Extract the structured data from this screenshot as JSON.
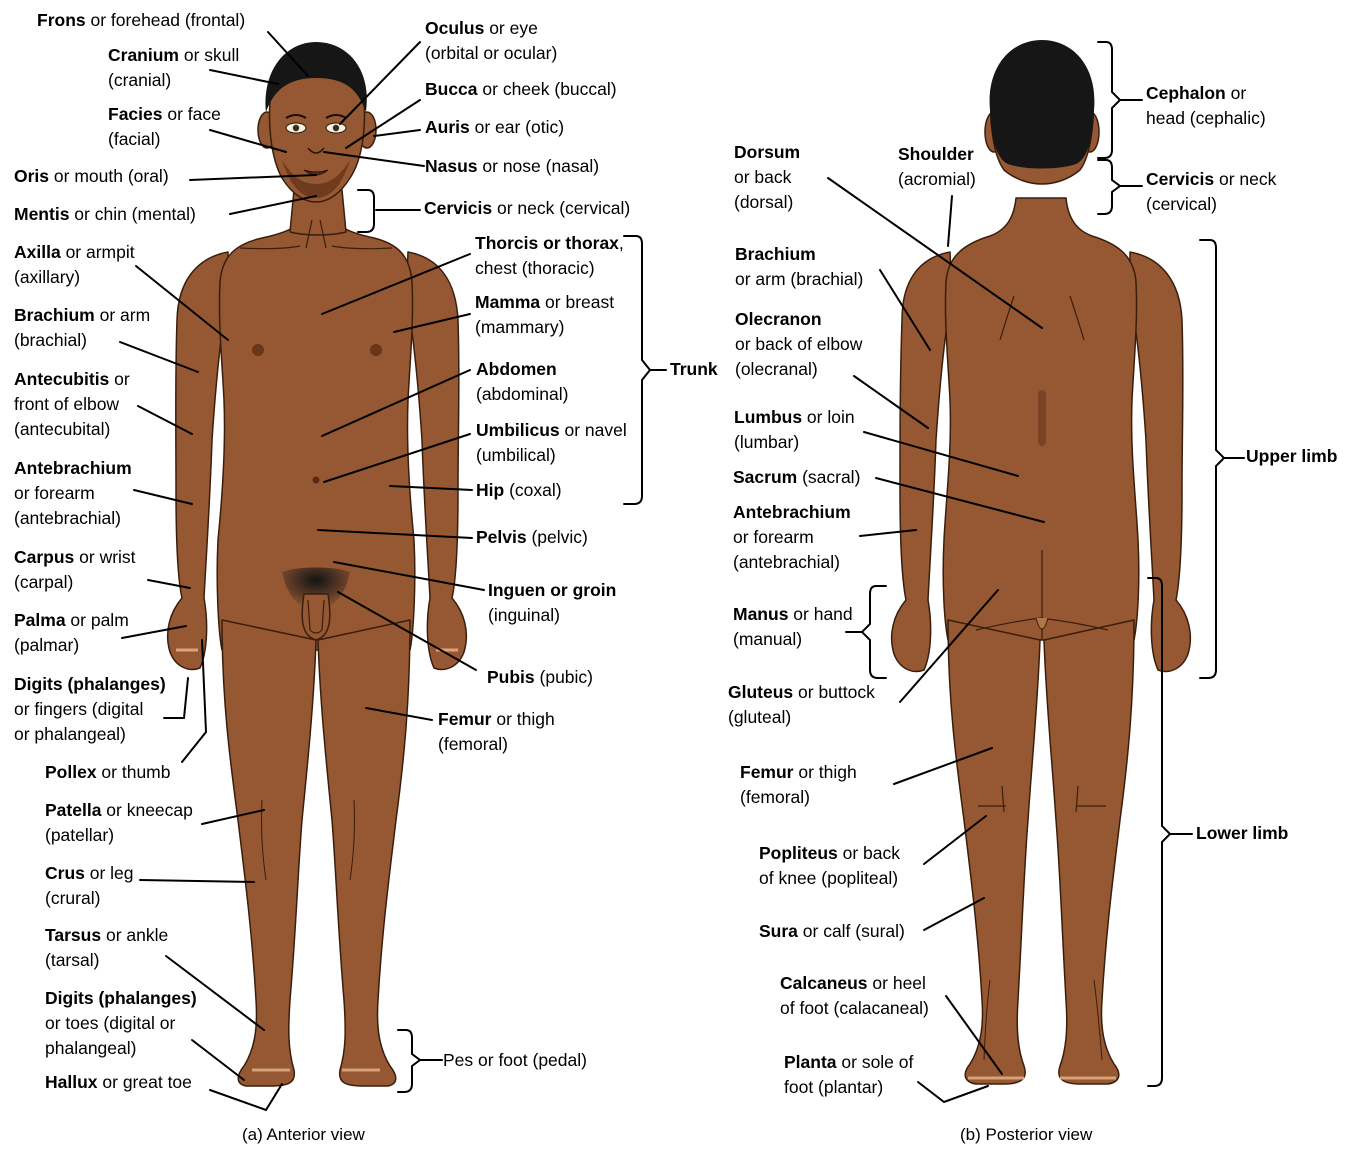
{
  "captions": {
    "anterior": "(a) Anterior view",
    "posterior": "(b) Posterior view"
  },
  "colors": {
    "skin": "#965833",
    "skin_outline": "#3a1e0c",
    "hair": "#161616",
    "leader": "#000000"
  },
  "labels": [
    {
      "id": "frons",
      "lines": [
        {
          "b": "Frons",
          "t": " or forehead (frontal)"
        }
      ]
    },
    {
      "id": "cranium",
      "lines": [
        {
          "b": "Cranium",
          "t": " or skull"
        },
        {
          "b": "",
          "t": "(cranial)"
        }
      ]
    },
    {
      "id": "facies",
      "lines": [
        {
          "b": "Facies",
          "t": " or face"
        },
        {
          "b": "",
          "t": "(facial)"
        }
      ]
    },
    {
      "id": "oris",
      "lines": [
        {
          "b": "Oris",
          "t": " or mouth (oral)"
        }
      ]
    },
    {
      "id": "mentis",
      "lines": [
        {
          "b": "Mentis",
          "t": " or chin (mental)"
        }
      ]
    },
    {
      "id": "axilla",
      "lines": [
        {
          "b": "Axilla",
          "t": " or armpit"
        },
        {
          "b": "",
          "t": "(axillary)"
        }
      ]
    },
    {
      "id": "brachium-a",
      "lines": [
        {
          "b": "Brachium",
          "t": " or arm"
        },
        {
          "b": "",
          "t": "(brachial)"
        }
      ]
    },
    {
      "id": "antecubitis",
      "lines": [
        {
          "b": "Antecubitis",
          "t": " or"
        },
        {
          "b": "",
          "t": "front of elbow"
        },
        {
          "b": "",
          "t": "(antecubital)"
        }
      ]
    },
    {
      "id": "antebrachium-a",
      "lines": [
        {
          "b": "Antebrachium",
          "t": ""
        },
        {
          "b": "",
          "t": "or forearm"
        },
        {
          "b": "",
          "t": "(antebrachial)"
        }
      ]
    },
    {
      "id": "carpus",
      "lines": [
        {
          "b": "Carpus",
          "t": " or wrist"
        },
        {
          "b": "",
          "t": "(carpal)"
        }
      ]
    },
    {
      "id": "palma",
      "lines": [
        {
          "b": "Palma",
          "t": " or palm"
        },
        {
          "b": "",
          "t": "(palmar)"
        }
      ]
    },
    {
      "id": "digits-hand",
      "lines": [
        {
          "b": "Digits (phalanges)",
          "t": ""
        },
        {
          "b": "",
          "t": "or fingers (digital"
        },
        {
          "b": "",
          "t": "or phalangeal)"
        }
      ]
    },
    {
      "id": "pollex",
      "lines": [
        {
          "b": "Pollex",
          "t": " or thumb"
        }
      ]
    },
    {
      "id": "patella",
      "lines": [
        {
          "b": "Patella",
          "t": " or kneecap"
        },
        {
          "b": "",
          "t": "(patellar)"
        }
      ]
    },
    {
      "id": "crus",
      "lines": [
        {
          "b": "Crus",
          "t": " or leg"
        },
        {
          "b": "",
          "t": "(crural)"
        }
      ]
    },
    {
      "id": "tarsus",
      "lines": [
        {
          "b": "Tarsus",
          "t": " or ankle"
        },
        {
          "b": "",
          "t": "(tarsal)"
        }
      ]
    },
    {
      "id": "digits-foot",
      "lines": [
        {
          "b": "Digits (phalanges)",
          "t": ""
        },
        {
          "b": "",
          "t": "or toes (digital or"
        },
        {
          "b": "",
          "t": "phalangeal)"
        }
      ]
    },
    {
      "id": "hallux",
      "lines": [
        {
          "b": "Hallux",
          "t": " or great toe"
        }
      ]
    },
    {
      "id": "oculus",
      "lines": [
        {
          "b": "Oculus",
          "t": " or eye"
        },
        {
          "b": "",
          "t": "(orbital or ocular)"
        }
      ]
    },
    {
      "id": "bucca",
      "lines": [
        {
          "b": "Bucca",
          "t": " or cheek (buccal)"
        }
      ]
    },
    {
      "id": "auris",
      "lines": [
        {
          "b": "Auris",
          "t": " or ear (otic)"
        }
      ]
    },
    {
      "id": "nasus",
      "lines": [
        {
          "b": "Nasus",
          "t": " or nose (nasal)"
        }
      ]
    },
    {
      "id": "cervicis-a",
      "lines": [
        {
          "b": "Cervicis",
          "t": " or neck (cervical)"
        }
      ]
    },
    {
      "id": "thorax",
      "lines": [
        {
          "b": "Thorcis or thorax",
          "t": ","
        },
        {
          "b": "",
          "t": "chest (thoracic)"
        }
      ]
    },
    {
      "id": "mamma",
      "lines": [
        {
          "b": "Mamma",
          "t": " or breast"
        },
        {
          "b": "",
          "t": "(mammary)"
        }
      ]
    },
    {
      "id": "abdomen",
      "lines": [
        {
          "b": "Abdomen",
          "t": ""
        },
        {
          "b": "",
          "t": "(abdominal)"
        }
      ]
    },
    {
      "id": "umbilicus",
      "lines": [
        {
          "b": "Umbilicus",
          "t": " or navel"
        },
        {
          "b": "",
          "t": "(umbilical)"
        }
      ]
    },
    {
      "id": "hip",
      "lines": [
        {
          "b": "Hip",
          "t": " (coxal)"
        }
      ]
    },
    {
      "id": "trunk",
      "lines": [
        {
          "b": "Trunk",
          "t": ""
        }
      ]
    },
    {
      "id": "pelvis",
      "lines": [
        {
          "b": "Pelvis",
          "t": " (pelvic)"
        }
      ]
    },
    {
      "id": "inguen",
      "lines": [
        {
          "b": "Inguen or groin",
          "t": ""
        },
        {
          "b": "",
          "t": "(inguinal)"
        }
      ]
    },
    {
      "id": "pubis",
      "lines": [
        {
          "b": "Pubis",
          "t": " (pubic)"
        }
      ]
    },
    {
      "id": "femur-a",
      "lines": [
        {
          "b": "Femur",
          "t": " or thigh"
        },
        {
          "b": "",
          "t": "(femoral)"
        }
      ]
    },
    {
      "id": "pes",
      "lines": [
        {
          "b": "",
          "t": "Pes or foot (pedal)"
        }
      ]
    },
    {
      "id": "dorsum",
      "lines": [
        {
          "b": "Dorsum",
          "t": ""
        },
        {
          "b": "",
          "t": "or back"
        },
        {
          "b": "",
          "t": "(dorsal)"
        }
      ]
    },
    {
      "id": "shoulder",
      "lines": [
        {
          "b": "Shoulder",
          "t": ""
        },
        {
          "b": "",
          "t": "(acromial)"
        }
      ]
    },
    {
      "id": "cephalon",
      "lines": [
        {
          "b": "Cephalon",
          "t": " or"
        },
        {
          "b": "",
          "t": "head (cephalic)"
        }
      ]
    },
    {
      "id": "cervicis-p",
      "lines": [
        {
          "b": "Cervicis",
          "t": " or neck"
        },
        {
          "b": "",
          "t": "(cervical)"
        }
      ]
    },
    {
      "id": "brachium-p",
      "lines": [
        {
          "b": "Brachium",
          "t": ""
        },
        {
          "b": "",
          "t": "or arm (brachial)"
        }
      ]
    },
    {
      "id": "olecranon",
      "lines": [
        {
          "b": "Olecranon",
          "t": ""
        },
        {
          "b": "",
          "t": "or back of elbow"
        },
        {
          "b": "",
          "t": "(olecranal)"
        }
      ]
    },
    {
      "id": "lumbus",
      "lines": [
        {
          "b": "Lumbus",
          "t": " or loin"
        },
        {
          "b": "",
          "t": "(lumbar)"
        }
      ]
    },
    {
      "id": "sacrum",
      "lines": [
        {
          "b": "Sacrum",
          "t": " (sacral)"
        }
      ]
    },
    {
      "id": "antebrachium-p",
      "lines": [
        {
          "b": "Antebrachium",
          "t": ""
        },
        {
          "b": "",
          "t": "or forearm"
        },
        {
          "b": "",
          "t": "(antebrachial)"
        }
      ]
    },
    {
      "id": "manus",
      "lines": [
        {
          "b": "Manus",
          "t": " or hand"
        },
        {
          "b": "",
          "t": "(manual)"
        }
      ]
    },
    {
      "id": "gluteus",
      "lines": [
        {
          "b": "Gluteus",
          "t": " or buttock"
        },
        {
          "b": "",
          "t": "(gluteal)"
        }
      ]
    },
    {
      "id": "femur-p",
      "lines": [
        {
          "b": "Femur",
          "t": " or thigh"
        },
        {
          "b": "",
          "t": "(femoral)"
        }
      ]
    },
    {
      "id": "popliteus",
      "lines": [
        {
          "b": "Popliteus",
          "t": " or back"
        },
        {
          "b": "",
          "t": "of knee (popliteal)"
        }
      ]
    },
    {
      "id": "sura",
      "lines": [
        {
          "b": "Sura",
          "t": " or calf (sural)"
        }
      ]
    },
    {
      "id": "calcaneus",
      "lines": [
        {
          "b": "Calcaneus",
          "t": " or heel"
        },
        {
          "b": "",
          "t": "of foot (calacaneal)"
        }
      ]
    },
    {
      "id": "planta",
      "lines": [
        {
          "b": "Planta",
          "t": " or sole of"
        },
        {
          "b": "",
          "t": "foot (plantar)"
        }
      ]
    },
    {
      "id": "upper-limb",
      "lines": [
        {
          "b": "Upper limb",
          "t": ""
        }
      ]
    },
    {
      "id": "lower-limb",
      "lines": [
        {
          "b": "Lower limb",
          "t": ""
        }
      ]
    }
  ]
}
